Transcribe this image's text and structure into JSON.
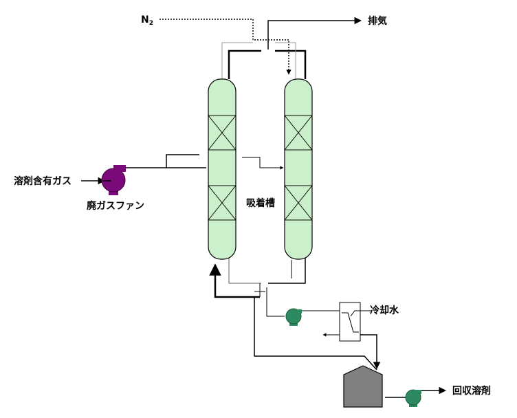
{
  "labels": {
    "n2": "N",
    "n2_sub": "2",
    "exhaust": "排気",
    "solvent_gas": "溶剤含有ガス",
    "fan": "廃ガスファン",
    "adsorption_tank": "吸着槽",
    "cooling_water": "冷却水",
    "recovered_solvent": "回収溶剤"
  },
  "colors": {
    "column_fill": "#ccf0cc",
    "fan_color": "#7a0a7a",
    "pump_color": "#2d8a60",
    "tank_fill": "#808080",
    "line": "#000000",
    "thin_line": "#606060"
  }
}
